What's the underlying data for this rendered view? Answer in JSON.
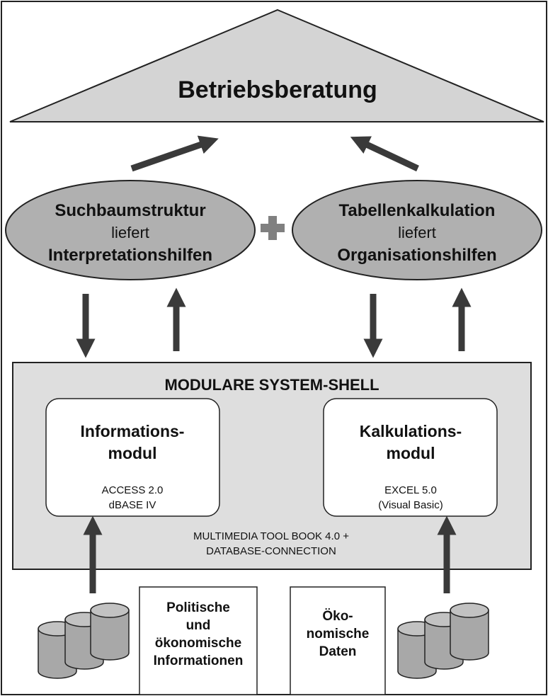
{
  "roof": {
    "title": "Betriebsberatung"
  },
  "left_ellipse": {
    "line1": "Suchbaumstruktur",
    "line2": "liefert",
    "line3": "Interpretationshilfen"
  },
  "right_ellipse": {
    "line1": "Tabellenkalkulation",
    "line2": "liefert",
    "line3": "Organisationshilfen"
  },
  "shell": {
    "title": "MODULARE SYSTEM-SHELL",
    "footer_line1": "MULTIMEDIA TOOL BOOK 4.0 +",
    "footer_line2": "DATABASE-CONNECTION"
  },
  "info_module": {
    "title1": "Informations-",
    "title2": "modul",
    "sub1": "ACCESS 2.0",
    "sub2": "dBASE IV"
  },
  "calc_module": {
    "title1": "Kalkulations-",
    "title2": "modul",
    "sub1": "EXCEL 5.0",
    "sub2": "(Visual Basic)"
  },
  "source_left": {
    "line1": "Politische",
    "line2": "und",
    "line3": "ökonomische",
    "line4": "Informationen"
  },
  "source_right": {
    "line1": "Öko-",
    "line2": "nomische",
    "line3": "Daten"
  },
  "icons": {
    "plus": "plus-icon",
    "database": "database-icon"
  },
  "colors": {
    "roof_fill": "#d4d4d4",
    "ellipse_fill": "#b0b0b0",
    "shell_fill": "#dedede",
    "arrow": "#3a3a3a",
    "plus": "#808080"
  }
}
